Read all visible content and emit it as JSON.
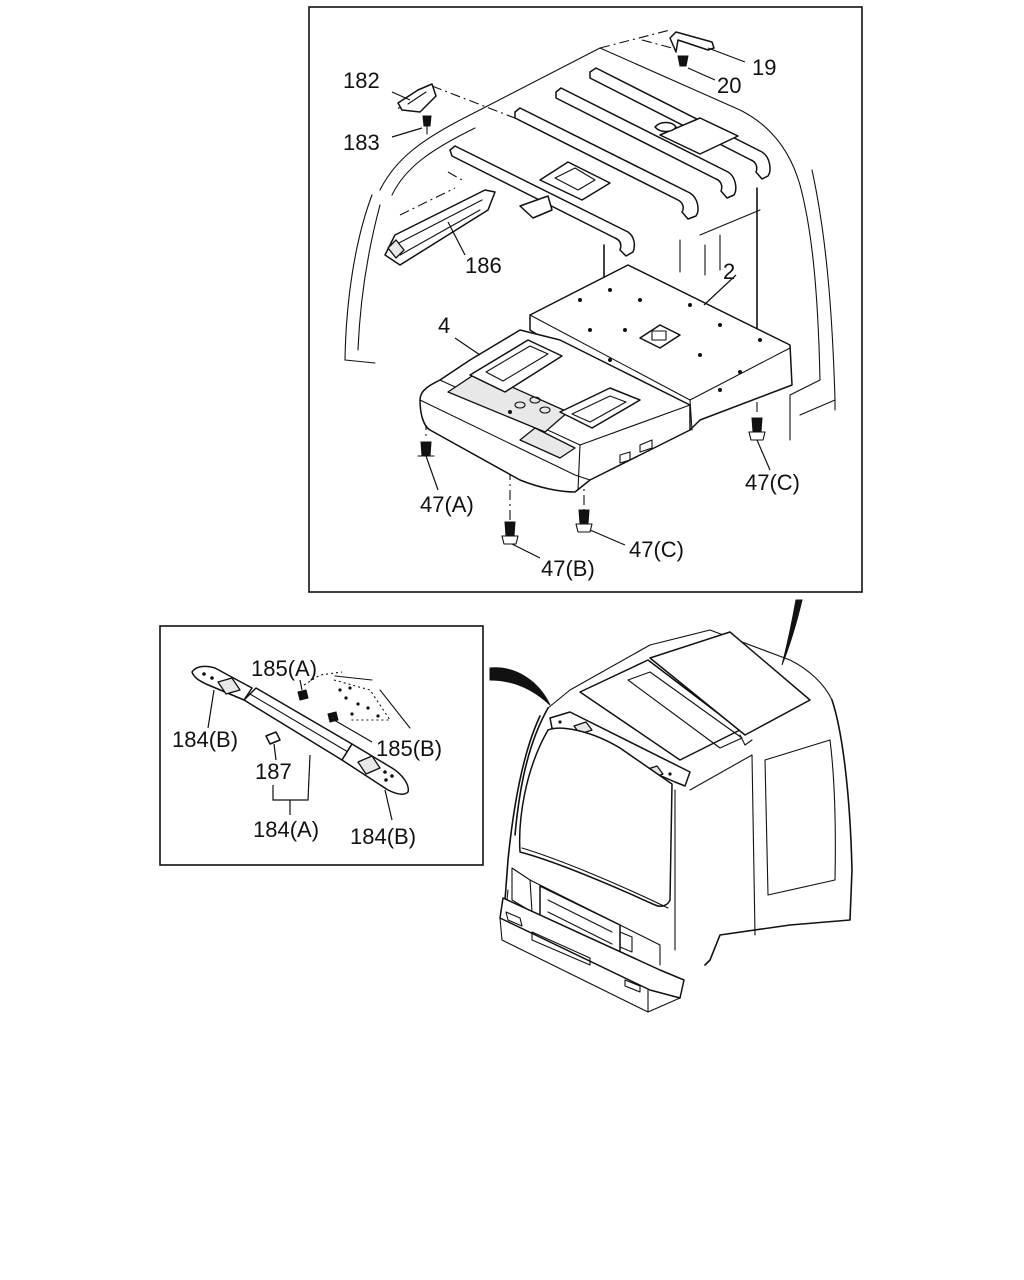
{
  "labels": {
    "p19": "19",
    "p20": "20",
    "p182": "182",
    "p183": "183",
    "p186": "186",
    "p2": "2",
    "p4": "4",
    "p47a": "47(A)",
    "p47b": "47(B)",
    "p47c_right": "47(C)",
    "p47c_bottom": "47(C)",
    "p185a": "185(A)",
    "p185b": "185(B)",
    "p184b_left": "184(B)",
    "p184b_right": "184(B)",
    "p187": "187",
    "p184a": "184(A)"
  }
}
